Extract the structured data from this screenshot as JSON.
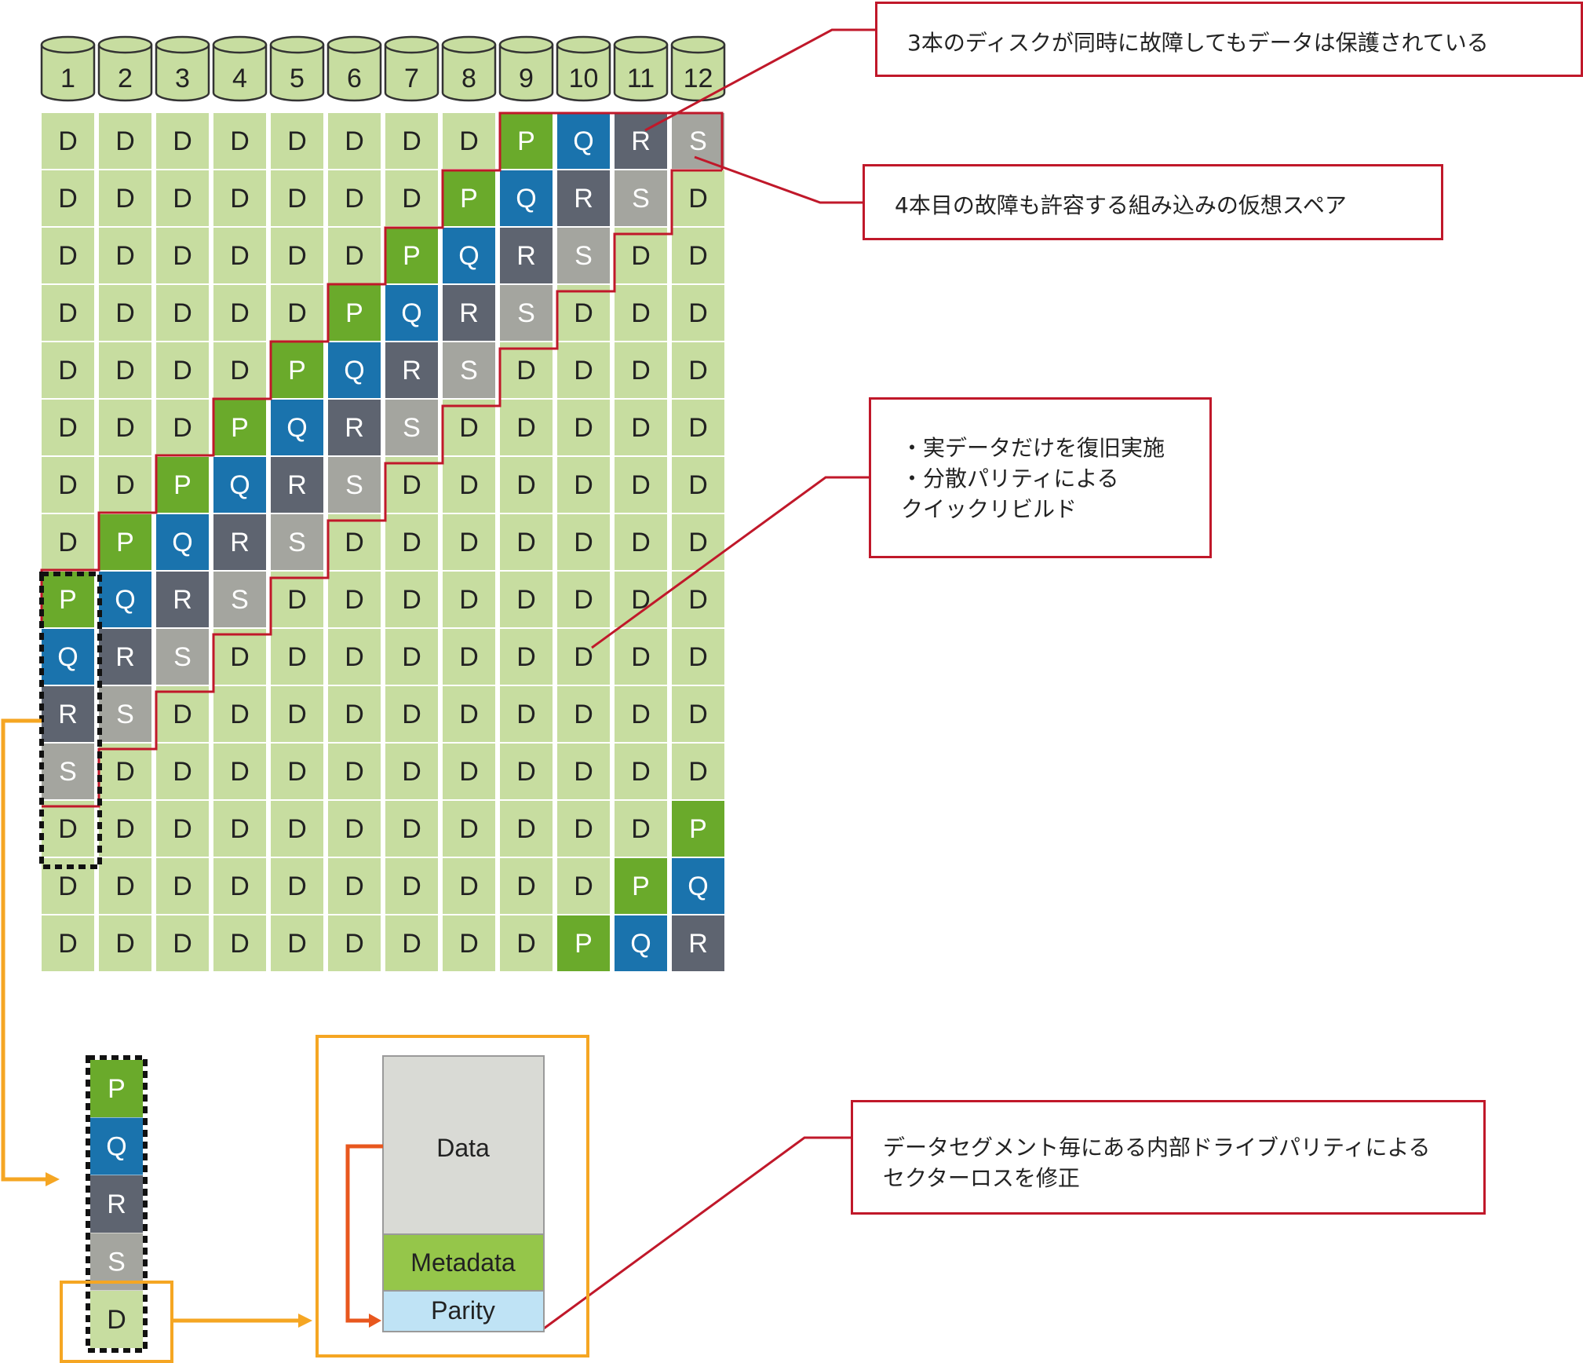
{
  "disks": [
    "1",
    "2",
    "3",
    "4",
    "5",
    "6",
    "7",
    "8",
    "9",
    "10",
    "11",
    "12"
  ],
  "grid": [
    [
      "D",
      "D",
      "D",
      "D",
      "D",
      "D",
      "D",
      "D",
      "P",
      "Q",
      "R",
      "S"
    ],
    [
      "D",
      "D",
      "D",
      "D",
      "D",
      "D",
      "D",
      "P",
      "Q",
      "R",
      "S",
      "D"
    ],
    [
      "D",
      "D",
      "D",
      "D",
      "D",
      "D",
      "P",
      "Q",
      "R",
      "S",
      "D",
      "D"
    ],
    [
      "D",
      "D",
      "D",
      "D",
      "D",
      "P",
      "Q",
      "R",
      "S",
      "D",
      "D",
      "D"
    ],
    [
      "D",
      "D",
      "D",
      "D",
      "P",
      "Q",
      "R",
      "S",
      "D",
      "D",
      "D",
      "D"
    ],
    [
      "D",
      "D",
      "D",
      "P",
      "Q",
      "R",
      "S",
      "D",
      "D",
      "D",
      "D",
      "D"
    ],
    [
      "D",
      "D",
      "P",
      "Q",
      "R",
      "S",
      "D",
      "D",
      "D",
      "D",
      "D",
      "D"
    ],
    [
      "D",
      "P",
      "Q",
      "R",
      "S",
      "D",
      "D",
      "D",
      "D",
      "D",
      "D",
      "D"
    ],
    [
      "P",
      "Q",
      "R",
      "S",
      "D",
      "D",
      "D",
      "D",
      "D",
      "D",
      "D",
      "D"
    ],
    [
      "Q",
      "R",
      "S",
      "D",
      "D",
      "D",
      "D",
      "D",
      "D",
      "D",
      "D",
      "D"
    ],
    [
      "R",
      "S",
      "D",
      "D",
      "D",
      "D",
      "D",
      "D",
      "D",
      "D",
      "D",
      "D"
    ],
    [
      "S",
      "D",
      "D",
      "D",
      "D",
      "D",
      "D",
      "D",
      "D",
      "D",
      "D",
      "D"
    ],
    [
      "D",
      "D",
      "D",
      "D",
      "D",
      "D",
      "D",
      "D",
      "D",
      "D",
      "D",
      "P"
    ],
    [
      "D",
      "D",
      "D",
      "D",
      "D",
      "D",
      "D",
      "D",
      "D",
      "D",
      "P",
      "Q"
    ],
    [
      "D",
      "D",
      "D",
      "D",
      "D",
      "D",
      "D",
      "D",
      "D",
      "P",
      "Q",
      "R"
    ]
  ],
  "block_colors": {
    "D": "#c7dda0",
    "P": "#6aaa2b",
    "Q": "#1a73ad",
    "R": "#5e6470",
    "S": "#a4a59f"
  },
  "text_colors": {
    "D": "#222222",
    "P": "#ffffff",
    "Q": "#ffffff",
    "R": "#ffffff",
    "S": "#ffffff"
  },
  "stripe": [
    "P",
    "Q",
    "R",
    "S",
    "D"
  ],
  "segment": {
    "data": "Data",
    "metadata": "Metadata",
    "parity": "Parity"
  },
  "segment_colors": {
    "data": "#d9dad5",
    "metadata": "#95c64a",
    "parity": "#bfe3f5"
  },
  "callouts": {
    "triple_failure": "3本のディスクが同時に故障してもデータは保護されている",
    "virtual_spare": "4本目の故障も許容する組み込みの仮想スペア",
    "quick_rebuild": "・実データだけを復旧実施\n・分散パリティによる\nクイックリビルド",
    "sector_loss": "データセグメント毎にある内部ドライブパリティによる\nセクターロスを修正"
  },
  "colors": {
    "accent_red": "#c0182a",
    "accent_orange": "#f5a623",
    "arrow_orange": "#e8571e",
    "disk_fill": "#c7dda0"
  }
}
